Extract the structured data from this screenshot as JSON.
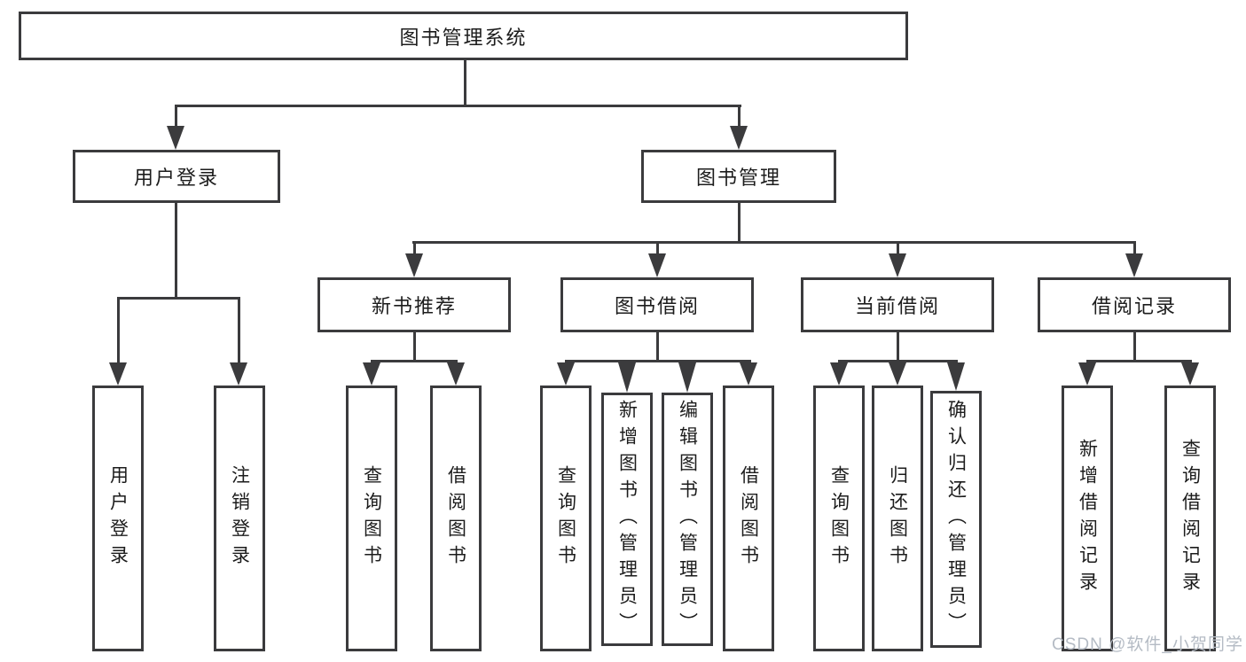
{
  "tree": {
    "label": "图书管理系统",
    "children": [
      {
        "label": "用户登录",
        "children": [
          {
            "label": "用户登录"
          },
          {
            "label": "注销登录"
          }
        ]
      },
      {
        "label": "图书管理",
        "children": [
          {
            "label": "新书推荐",
            "children": [
              {
                "label": "查询图书"
              },
              {
                "label": "借阅图书"
              }
            ]
          },
          {
            "label": "图书借阅",
            "children": [
              {
                "label": "查询图书"
              },
              {
                "label": "新增图书（管理员）"
              },
              {
                "label": "编辑图书（管理员）"
              },
              {
                "label": "借阅图书"
              }
            ]
          },
          {
            "label": "当前借阅",
            "children": [
              {
                "label": "查询图书"
              },
              {
                "label": "归还图书"
              },
              {
                "label": "确认归还（管理员）"
              }
            ]
          },
          {
            "label": "借阅记录",
            "children": [
              {
                "label": "新增借阅记录"
              },
              {
                "label": "查询借阅记录"
              }
            ]
          }
        ]
      }
    ]
  },
  "watermark": {
    "text": "CSDN @软件_小贺同学"
  },
  "colors": {
    "line": "#3b3b3d",
    "text": "#1c1c1c",
    "watermark": "#b4bbc4",
    "background": "#ffffff"
  }
}
